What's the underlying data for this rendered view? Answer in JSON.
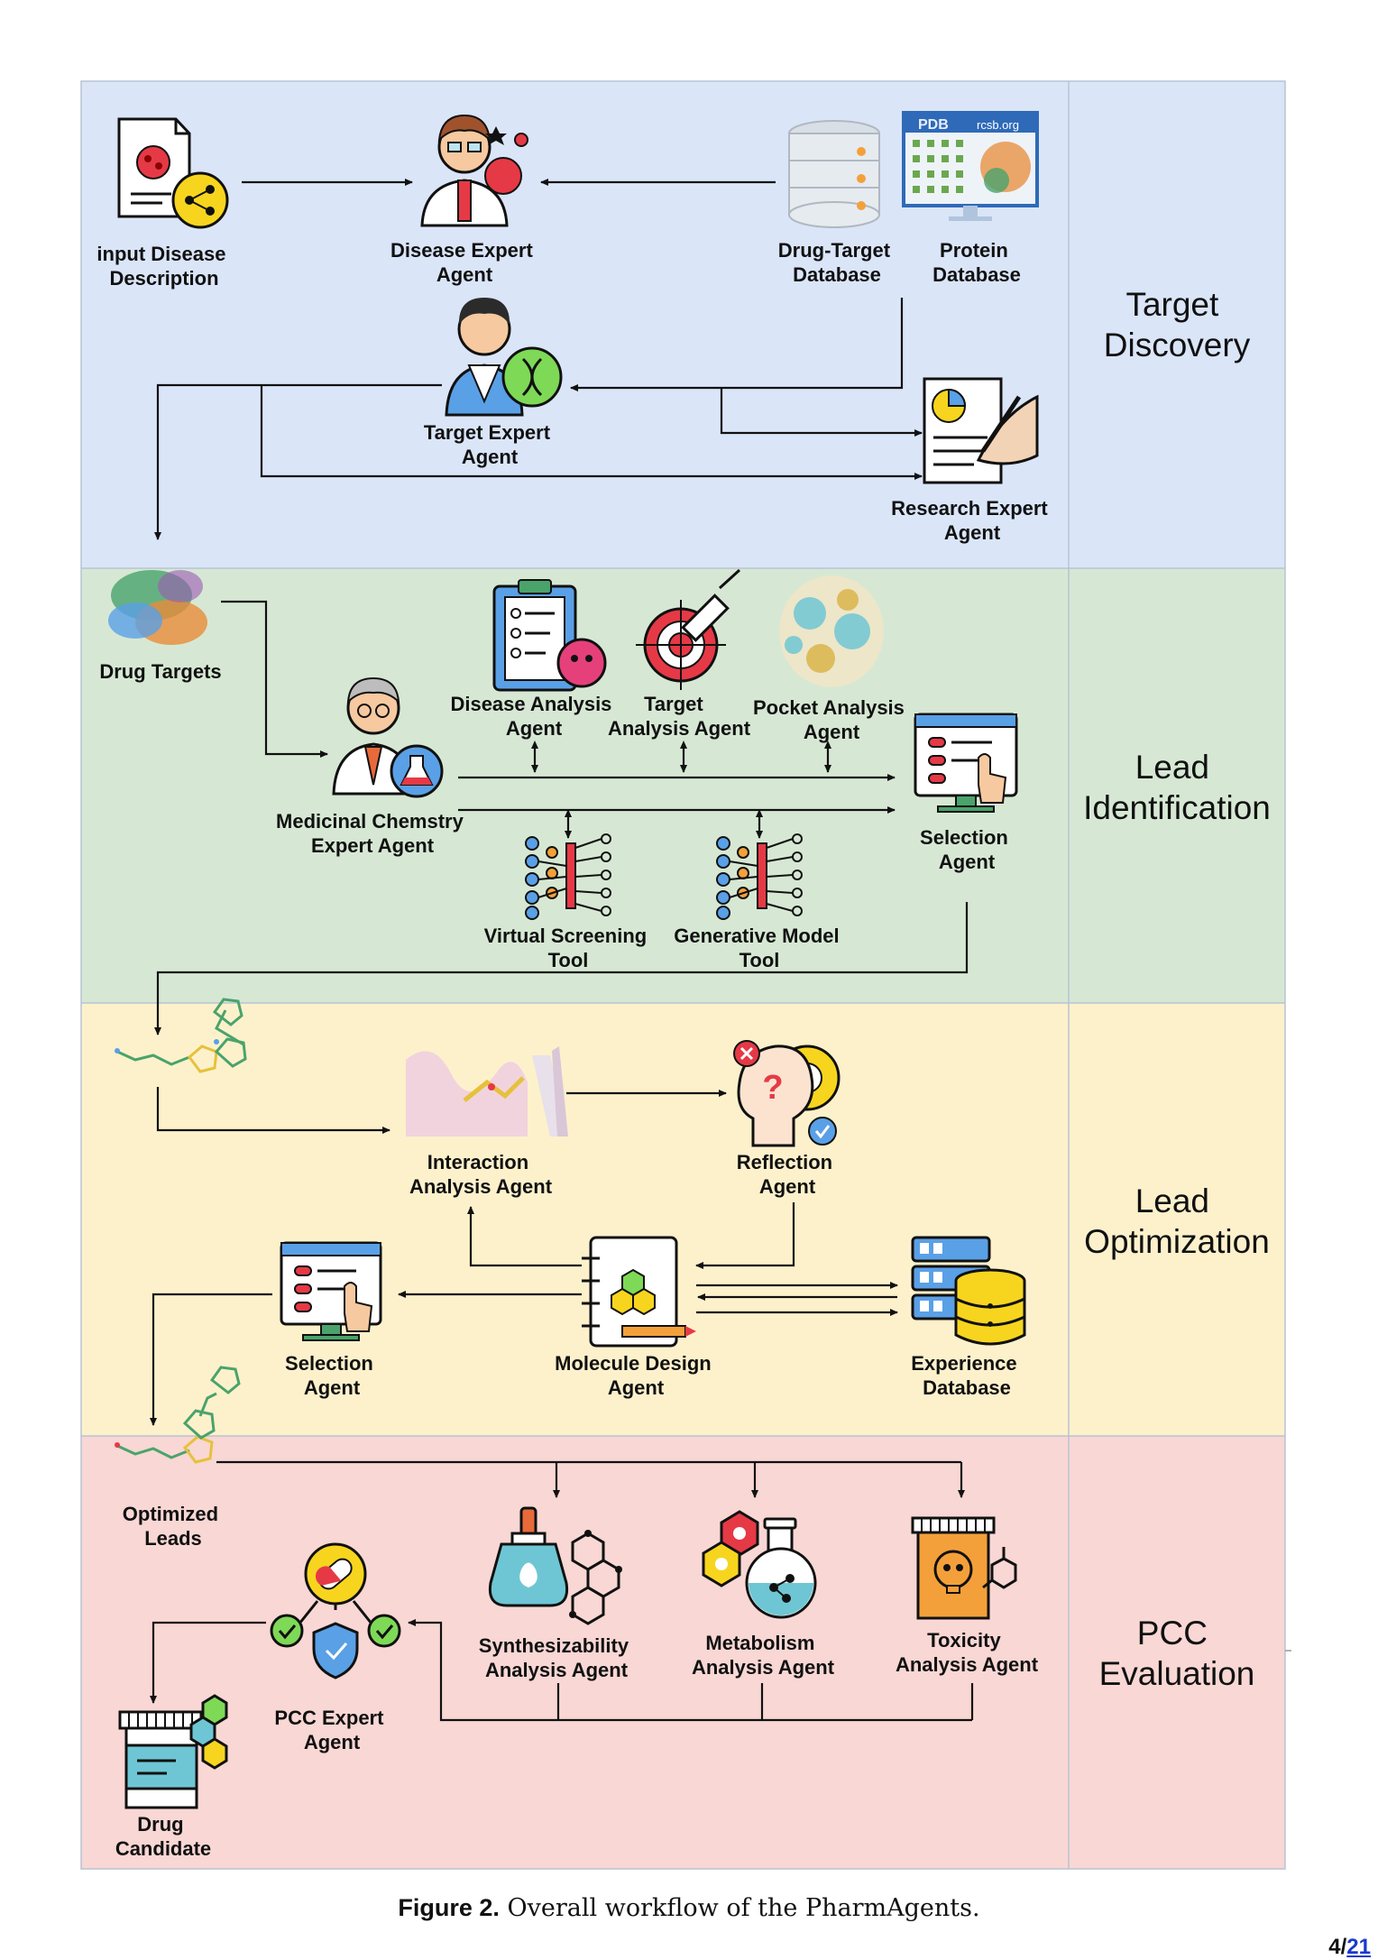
{
  "colors": {
    "target_band": "#dae5f8",
    "lead_id_band": "#d6e8d4",
    "lead_opt_band": "#fdf1cc",
    "pcc_band": "#f8d7d4",
    "band_border": "#b9c3d3"
  },
  "stages": {
    "target_discovery": [
      "Target",
      "Discovery"
    ],
    "lead_identification": [
      "Lead",
      "Identification"
    ],
    "lead_optimization": [
      "Lead",
      "Optimization"
    ],
    "pcc_evaluation": [
      "PCC",
      "Evaluation"
    ]
  },
  "nodes": {
    "input_disease": [
      "input Disease",
      "Description"
    ],
    "disease_expert": [
      "Disease Expert",
      "Agent"
    ],
    "drug_target_db": [
      "Drug-Target",
      "Database"
    ],
    "protein_db": [
      "Protein",
      "Database"
    ],
    "target_expert": [
      "Target Expert",
      "Agent"
    ],
    "research_expert": [
      "Research Expert",
      "Agent"
    ],
    "drug_targets": [
      "Drug Targets"
    ],
    "disease_analysis": [
      "Disease Analysis",
      "Agent"
    ],
    "target_analysis": [
      "Target",
      "Analysis Agent"
    ],
    "pocket_analysis": [
      "Pocket Analysis",
      "Agent"
    ],
    "medicinal_chem": [
      "Medicinal Chemstry",
      "Expert Agent"
    ],
    "selection_agent_1": [
      "Selection",
      "Agent"
    ],
    "virtual_screening": [
      "Virtual Screening",
      "Tool"
    ],
    "generative_model": [
      "Generative Model",
      "Tool"
    ],
    "interaction_analysis": [
      "Interaction",
      "Analysis Agent"
    ],
    "reflection": [
      "Reflection",
      "Agent"
    ],
    "selection_agent_2": [
      "Selection",
      "Agent"
    ],
    "molecule_design": [
      "Molecule Design",
      "Agent"
    ],
    "experience_db": [
      "Experience",
      "Database"
    ],
    "optimized_leads": [
      "Optimized",
      "Leads"
    ],
    "synthesizability": [
      "Synthesizability",
      "Analysis Agent"
    ],
    "metabolism": [
      "Metabolism",
      "Analysis Agent"
    ],
    "toxicity": [
      "Toxicity",
      "Analysis Agent"
    ],
    "pcc_expert": [
      "PCC Expert",
      "Agent"
    ],
    "drug_candidate": [
      "Drug",
      "Candidate"
    ]
  },
  "icon_text": {
    "pdb": "PDB",
    "rcsb": "rcsb.org"
  },
  "caption": {
    "label": "Figure 2.",
    "text": " Overall workflow of the PharmAgents."
  },
  "page": {
    "current": "4/",
    "total": "21"
  }
}
